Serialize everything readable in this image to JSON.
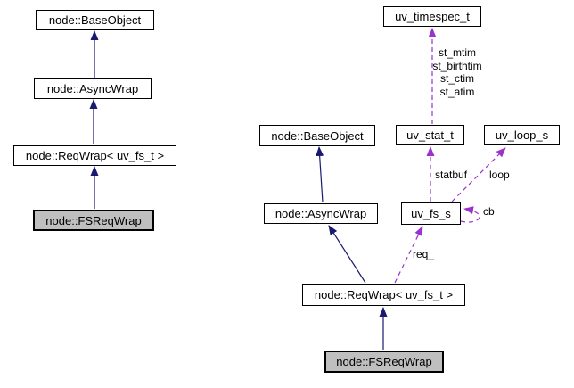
{
  "colors": {
    "inheritance_edge": "#191970",
    "usage_edge": "#9a32cd",
    "node_border": "#000000",
    "node_fill": "#ffffff",
    "highlight_node_fill": "#bfbfbf",
    "text": "#000000",
    "background": "#ffffff"
  },
  "left_graph": {
    "nodes": {
      "base_object": {
        "label": "node::BaseObject"
      },
      "async_wrap": {
        "label": "node::AsyncWrap"
      },
      "req_wrap": {
        "label": "node::ReqWrap< uv_fs_t >"
      },
      "fs_req_wrap": {
        "label": "node::FSReqWrap"
      }
    }
  },
  "right_graph": {
    "nodes": {
      "uv_timespec_t": {
        "label": "uv_timespec_t"
      },
      "base_object": {
        "label": "node::BaseObject"
      },
      "uv_stat_t": {
        "label": "uv_stat_t"
      },
      "uv_loop_s": {
        "label": "uv_loop_s"
      },
      "async_wrap": {
        "label": "node::AsyncWrap"
      },
      "uv_fs_s": {
        "label": "uv_fs_s"
      },
      "req_wrap": {
        "label": "node::ReqWrap< uv_fs_t >"
      },
      "fs_req_wrap": {
        "label": "node::FSReqWrap"
      }
    },
    "edge_labels": {
      "stat_to_timespec": "st_mtim\nst_birthtim\nst_ctim\nst_atim",
      "statbuf": "statbuf",
      "loop": "loop",
      "cb": "cb",
      "req": "req_"
    }
  }
}
